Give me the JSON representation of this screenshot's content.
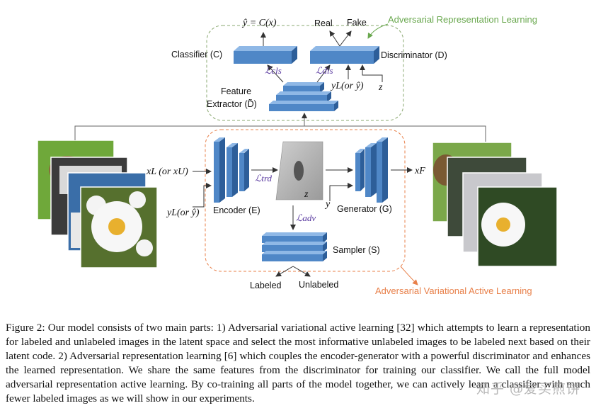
{
  "labels": {
    "y_hat_eq": "ŷ = C(x)",
    "real": "Real",
    "fake": "Fake",
    "adv_rep_learning": "Adversarial Representation Learning",
    "classifier": "Classifier (C)",
    "discriminator": "Discriminator (D)",
    "loss_cls": "ℒcls",
    "loss_dis": "ℒdis",
    "yl_or_yhat_top": "yL(or ŷ)",
    "z_top": "z",
    "feature_extractor_1": "Feature",
    "feature_extractor_2": "Extractor (D̃)",
    "xl_or_xu": "xL (or xU)",
    "loss_trd": "ℒtrd",
    "z_latent": "z",
    "x_f": "xF",
    "y_in": "y",
    "yl_or_yhat_bottom": "yL(or ŷ)",
    "encoder": "Encoder (E)",
    "generator": "Generator (G)",
    "loss_adv": "ℒadv",
    "sampler": "Sampler (S)",
    "labeled": "Labeled",
    "unlabeled": "Unlabeled",
    "adv_var_active_learning": "Adversarial Variational Active Learning"
  },
  "caption": "Figure 2: Our model consists of two main parts: 1) Adversarial variational active learning [32] which attempts to learn a representation for labeled and unlabeled images in the latent space and select the most informative unlabeled images to be labeled next based on their latent code. 2) Adversarial representation learning [6] which couples the encoder-generator with a powerful discriminator and enhances the learned representation. We share the same features from the discriminator for training our classifier. We call the full model adversarial representation active learning. By co-training all parts of the model together, we can actively learn a classifier with much fewer labeled images as we will show in our experiments.",
  "watermark": "知乎 @爱买煎饼",
  "colors": {
    "block_front": "#4f87c7",
    "block_top": "#8fb8e6",
    "block_side": "#2d5e99",
    "green_accent": "#6aa84f",
    "orange_accent": "#e8804a"
  }
}
